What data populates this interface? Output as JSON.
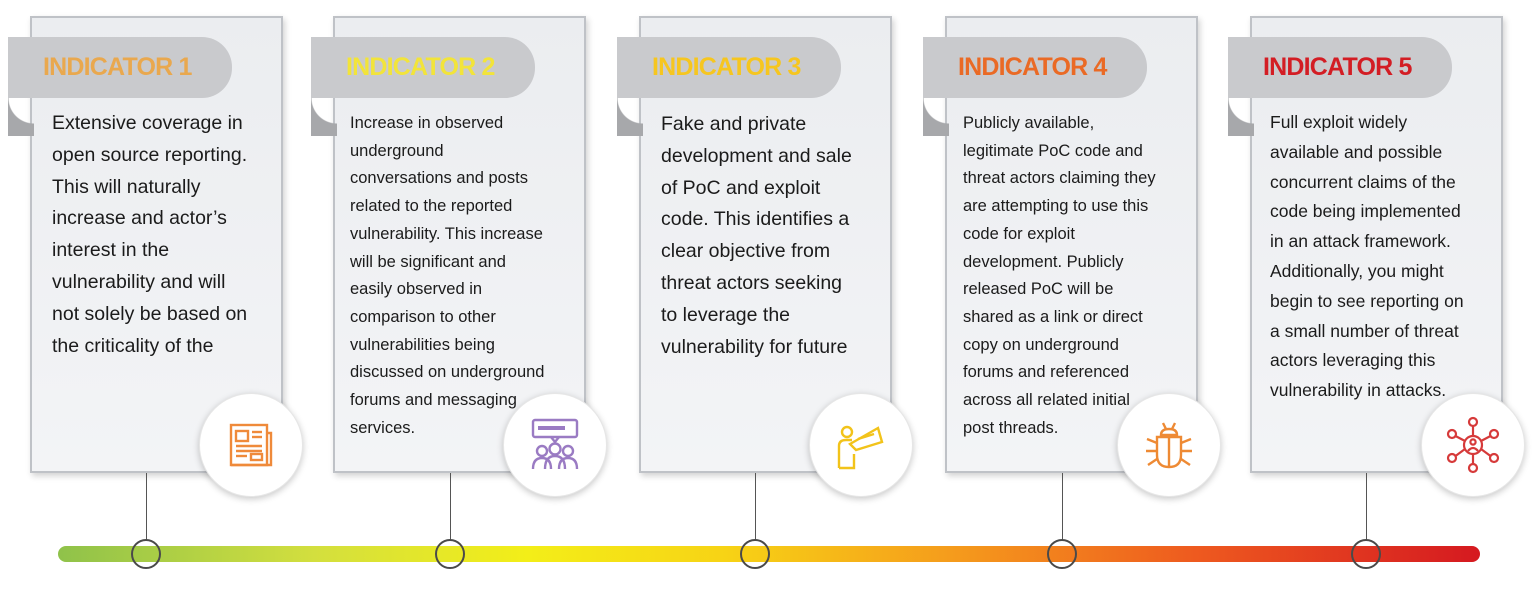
{
  "indicators": [
    {
      "title": "INDICATOR 1",
      "title_color": "#e9a84e",
      "icon": "newspaper-icon",
      "icon_color": "#ef8a3a",
      "lines": [
        "Extensive coverage in",
        "open source reporting.",
        "This will naturally",
        "increase and actor’s",
        "interest in the",
        "vulnerability and will",
        "not solely be based on",
        "the criticality of the"
      ]
    },
    {
      "title": "INDICATOR 2",
      "title_color": "#f2e43a",
      "icon": "group-chat-icon",
      "icon_color": "#9a7bc3",
      "lines": [
        "Increase in observed",
        "underground",
        "conversations and posts",
        "related to the reported",
        "vulnerability.  This increase",
        "will be significant and",
        "easily observed in",
        "comparison to other",
        "vulnerabilities being",
        "discussed on underground",
        "forums and messaging",
        "services."
      ]
    },
    {
      "title": "INDICATOR 3",
      "title_color": "#f6c61f",
      "icon": "spyglass-icon",
      "icon_color": "#f2c31a",
      "lines": [
        "Fake and private",
        "development and sale",
        "of PoC and exploit",
        "code. This identifies a",
        "clear objective from",
        "threat actors seeking",
        "to leverage the",
        "vulnerability for future"
      ]
    },
    {
      "title": "INDICATOR 4",
      "title_color": "#ea6a25",
      "icon": "bug-icon",
      "icon_color": "#ee8a34",
      "lines": [
        "Publicly available,",
        "legitimate PoC code and",
        "threat actors claiming they",
        "are attempting to use this",
        "code for exploit",
        "development.  Publicly",
        "released PoC will be",
        "shared as a link or direct",
        "copy on underground",
        "forums and referenced",
        "across all related initial",
        "post threads."
      ]
    },
    {
      "title": "INDICATOR 5",
      "title_color": "#d31d24",
      "icon": "network-hub-icon",
      "icon_color": "#d63a3a",
      "lines": [
        "Full exploit widely",
        "available and possible",
        "concurrent claims of the",
        "code being implemented",
        "in an attack framework.",
        "Additionally, you might",
        "begin to see reporting on",
        "a small number of threat",
        "actors leveraging this",
        "vulnerability in attacks."
      ]
    }
  ]
}
